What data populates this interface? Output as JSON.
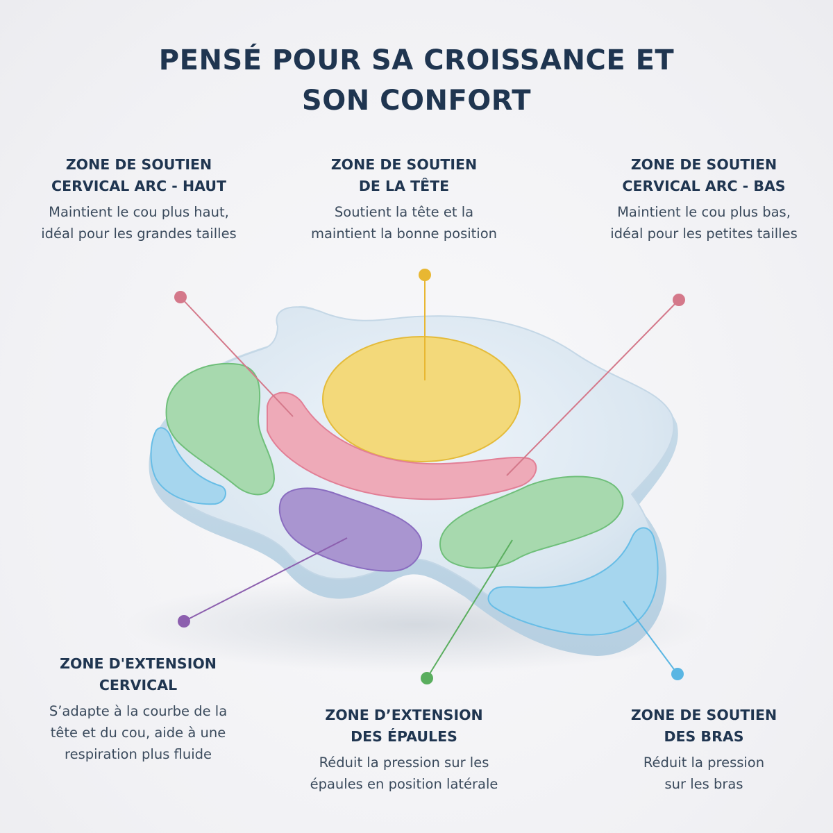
{
  "title": {
    "line1": "PENSÉ POUR SA CROISSANCE ET",
    "line2": "SON CONFORT"
  },
  "zones": [
    {
      "id": "cervical-arc-haut",
      "label_line1": "ZONE DE SOUTIEN",
      "label_line2": "CERVICAL ARC - HAUT",
      "desc_line1": "Maintient le cou plus haut,",
      "desc_line2": "idéal pour les grandes tailles",
      "desc_line3": "",
      "color": "#d4788a"
    },
    {
      "id": "tete",
      "label_line1": "ZONE DE SOUTIEN",
      "label_line2": "DE LA TÊTE",
      "desc_line1": "Soutient la tête et la",
      "desc_line2": "maintient la bonne position",
      "desc_line3": "",
      "color": "#e8b732"
    },
    {
      "id": "cervical-arc-bas",
      "label_line1": "ZONE DE SOUTIEN",
      "label_line2": "CERVICAL ARC - BAS",
      "desc_line1": "Maintient le cou plus bas,",
      "desc_line2": "idéal pour les petites tailles",
      "desc_line3": "",
      "color": "#d4788a"
    },
    {
      "id": "extension-cervical",
      "label_line1": "ZONE D'EXTENSION",
      "label_line2": "CERVICAL",
      "desc_line1": "S’adapte à la courbe de la",
      "desc_line2": "tête et du cou, aide à une",
      "desc_line3": "respiration plus fluide",
      "color": "#8c5fae"
    },
    {
      "id": "extension-epaules",
      "label_line1": "ZONE D’EXTENSION",
      "label_line2": "DES ÉPAULES",
      "desc_line1": "Réduit la pression sur les",
      "desc_line2": "épaules en position latérale",
      "desc_line3": "",
      "color": "#5aae5e"
    },
    {
      "id": "bras",
      "label_line1": "ZONE DE SOUTIEN",
      "label_line2": "DES BRAS",
      "desc_line1": "Réduit la pression",
      "desc_line2": "sur les bras",
      "desc_line3": "",
      "color": "#5ab6e3"
    }
  ],
  "colors": {
    "title": "#1f3550",
    "pillow_body": "#dbe7f1",
    "head_zone": "#f3d97a",
    "cervical_zone": "#eeaab8",
    "shoulder_zone": "#a7d9ae",
    "extension_zone": "#a995d0",
    "arm_zone": "#a6d6ee"
  }
}
